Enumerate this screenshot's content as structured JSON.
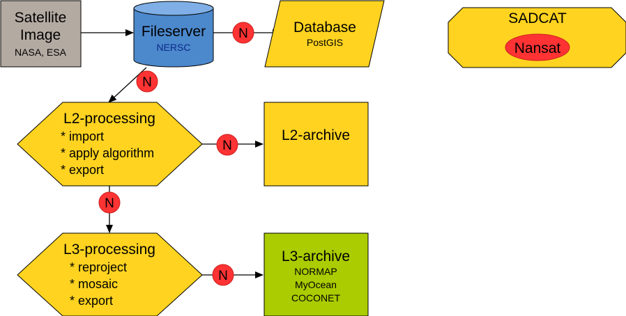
{
  "colors": {
    "yellow": "#ffd320",
    "gray_box": "#b3aaa2",
    "blue_cylinder": "#4c88cc",
    "blue_top": "#7fafe6",
    "green": "#aacc00",
    "badge_red": "#ff3333",
    "badge_stroke": "#c9211e",
    "text_blue": "#0b2a8a"
  },
  "icons": [
    "cylinder-database-icon",
    "hexagon-process-icon",
    "parallelogram-data-icon"
  ],
  "satellite": {
    "line1": "Satellite",
    "line2": "Image",
    "sub": "NASA, ESA"
  },
  "fileserver": {
    "title": "Fileserver",
    "sub": "NERSC"
  },
  "database": {
    "title": "Database",
    "sub": "PostGIS"
  },
  "sadcat": {
    "title": "SADCAT",
    "inner": "Nansat"
  },
  "l2_processing": {
    "title": "L2-processing",
    "items": [
      "* import",
      "* apply algorithm",
      "* export"
    ]
  },
  "l2_archive": {
    "title": "L2-archive"
  },
  "l3_processing": {
    "title": "L3-processing",
    "items": [
      "* reproject",
      "* mosaic",
      "* export"
    ]
  },
  "l3_archive": {
    "title": "L3-archive",
    "items": [
      "NORMAP",
      "MyOcean",
      "COCONET"
    ]
  },
  "badge_label": "N"
}
